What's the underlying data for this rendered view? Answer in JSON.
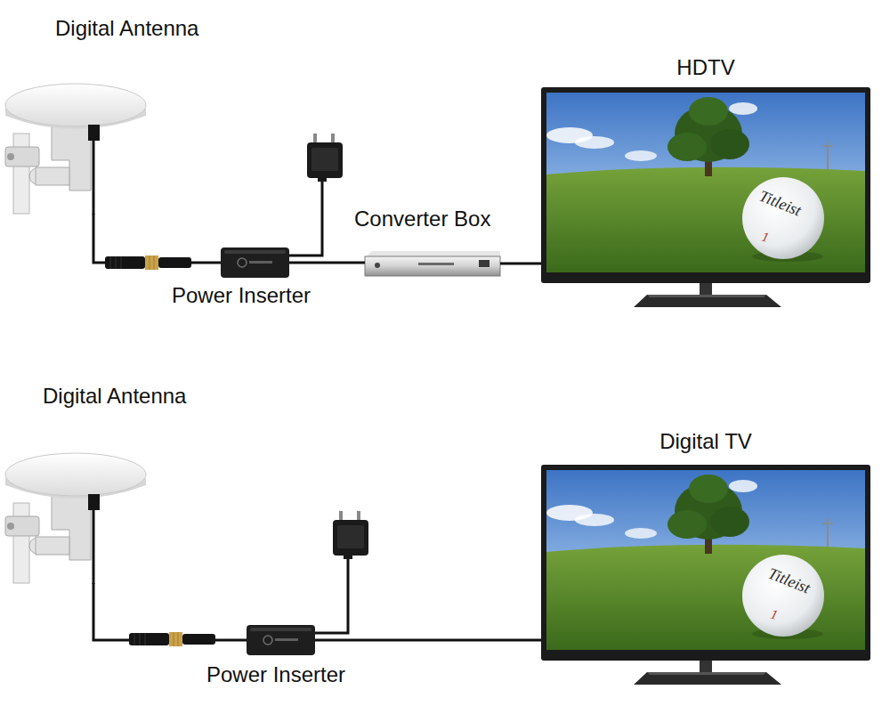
{
  "diagram": {
    "nodes": [
      {
        "text": [
          "Digital Antenna"
        ]
      },
      {
        "text": [
          "Power Inserter"
        ]
      },
      {
        "text": [
          "Converter Box"
        ]
      },
      {
        "text": [
          "HDTV"
        ]
      },
      {
        "text": [
          "Digital Antenna"
        ]
      },
      {
        "text": [
          "Power Inserter"
        ]
      },
      {
        "text": [
          "Digital TV"
        ]
      }
    ],
    "edges": [
      {
        "from": 0,
        "to": 1,
        "arrow": "none"
      },
      {
        "from": 1,
        "to": 2,
        "arrow": "none"
      },
      {
        "from": 2,
        "to": 3,
        "arrow": "none"
      },
      {
        "from": 4,
        "to": 5,
        "arrow": "none"
      },
      {
        "from": 5,
        "to": 6,
        "arrow": "none"
      }
    ],
    "labels": [
      "Titleist",
      "1",
      "Titleist",
      "1"
    ]
  }
}
